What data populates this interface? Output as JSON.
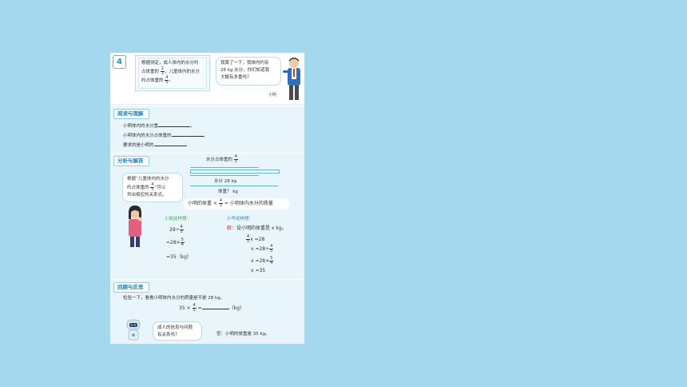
{
  "problem": {
    "number": "4",
    "intro_text_1": "根据测定，成人体内的水分约",
    "intro_text_2": "占体重的",
    "intro_frac1": {
      "n": "2",
      "d": "3"
    },
    "intro_text_3": "，儿童体内的水分",
    "intro_text_4": "约占体重的",
    "intro_frac2": {
      "n": "4",
      "d": "5"
    },
    "intro_text_5": "。",
    "bubble_line1": "我算了一下，我体内约有",
    "bubble_line2": "28 kg 水分。你们知道我",
    "bubble_line3": "大概有多重吗？",
    "boy_name": "小明"
  },
  "reading": {
    "header": "阅读与理解",
    "line1_pre": "小明体内的水分重",
    "line1_post": "，",
    "line2_pre": "小明体内的水分占体重的",
    "line2_post": "，",
    "line3_pre": "要求的是小明的",
    "line3_post": "。"
  },
  "analysis": {
    "header": "分析与解答",
    "diagram_label_top": "水分占体重的",
    "diagram_frac": {
      "n": "4",
      "d": "5"
    },
    "diagram_water": "水分 28 kg",
    "diagram_weight": "体重？ kg",
    "girl_bubble_1": "根据“儿童体内的水分",
    "girl_bubble_2": "约占体重的",
    "girl_bubble_frac": {
      "n": "4",
      "d": "5"
    },
    "girl_bubble_3": "”可以",
    "girl_bubble_4": "列出相应的关系式。",
    "relation_pre": "小明的体重 ×",
    "relation_frac": {
      "n": "4",
      "d": "5"
    },
    "relation_post": "= 小明体内水分的质量",
    "left_title": "小丽这样想：",
    "left_l1": "28÷",
    "left_l2": "=28×",
    "left_l3": "=35（kg）",
    "right_title": "小华这样想：",
    "right_solve": "解：",
    "right_solve_text": "设小明的体重是 x kg。",
    "right_l1_post": "x =28",
    "right_l2_pre": "x =28÷",
    "right_l3_pre": "x =28×",
    "right_l4": "x =35",
    "frac_45": {
      "n": "4",
      "d": "5"
    },
    "frac_54": {
      "n": "5",
      "d": "4"
    }
  },
  "review": {
    "header": "回顾与反思",
    "check_line": "检验一下，看看小明体内水分的质量是不是 28 kg。",
    "check_expr_pre": "35 ×",
    "check_expr_post": "=",
    "check_unit": "（kg）",
    "robot_bubble_1": "成人的信息与问题",
    "robot_bubble_2": "有关系吗？",
    "answer": "答：小明的体重是 35 kg。"
  }
}
